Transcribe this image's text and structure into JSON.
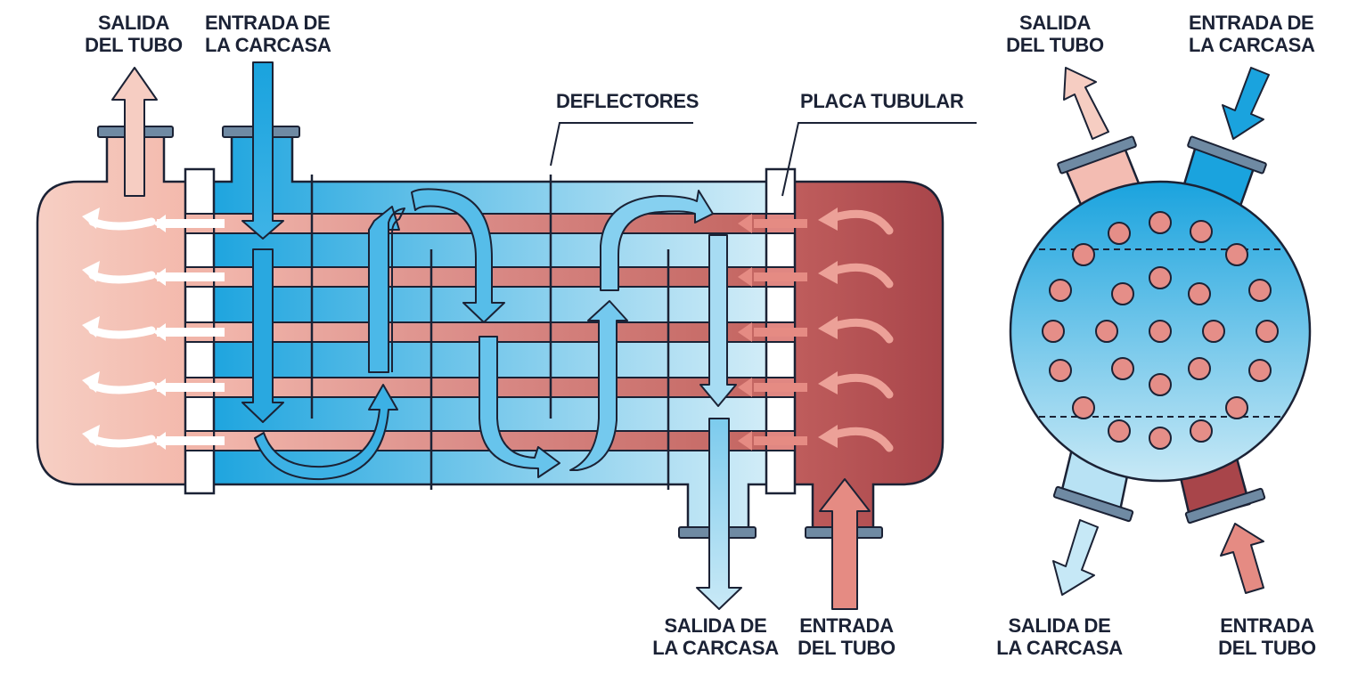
{
  "labels": {
    "tube_outlet": {
      "line1": "SALIDA",
      "line2": "DEL TUBO"
    },
    "shell_inlet": {
      "line1": "ENTRADA DE",
      "line2": "LA CARCASA"
    },
    "baffles": "DEFLECTORES",
    "tube_sheet": "PLACA TUBULAR",
    "shell_outlet": {
      "line1": "SALIDA DE",
      "line2": "LA CARCASA"
    },
    "tube_inlet": {
      "line1": "ENTRADA",
      "line2": "DEL TUBO"
    },
    "cross_tube_outlet": {
      "line1": "SALIDA",
      "line2": "DEL TUBO"
    },
    "cross_shell_inlet": {
      "line1": "ENTRADA DE",
      "line2": "LA CARCASA"
    },
    "cross_shell_outlet": {
      "line1": "SALIDA DE",
      "line2": "LA CARCASA"
    },
    "cross_tube_inlet": {
      "line1": "ENTRADA",
      "line2": "DEL TUBO"
    }
  },
  "colors": {
    "outline": "#1b2235",
    "cold_light": "#f6cfc4",
    "hot_dark": "#a8454a",
    "shell_blue": "#1aa3de",
    "shell_light": "#cdeaf6",
    "tube_pink": "#e58e88",
    "flange_gray": "#6f8aa3"
  }
}
